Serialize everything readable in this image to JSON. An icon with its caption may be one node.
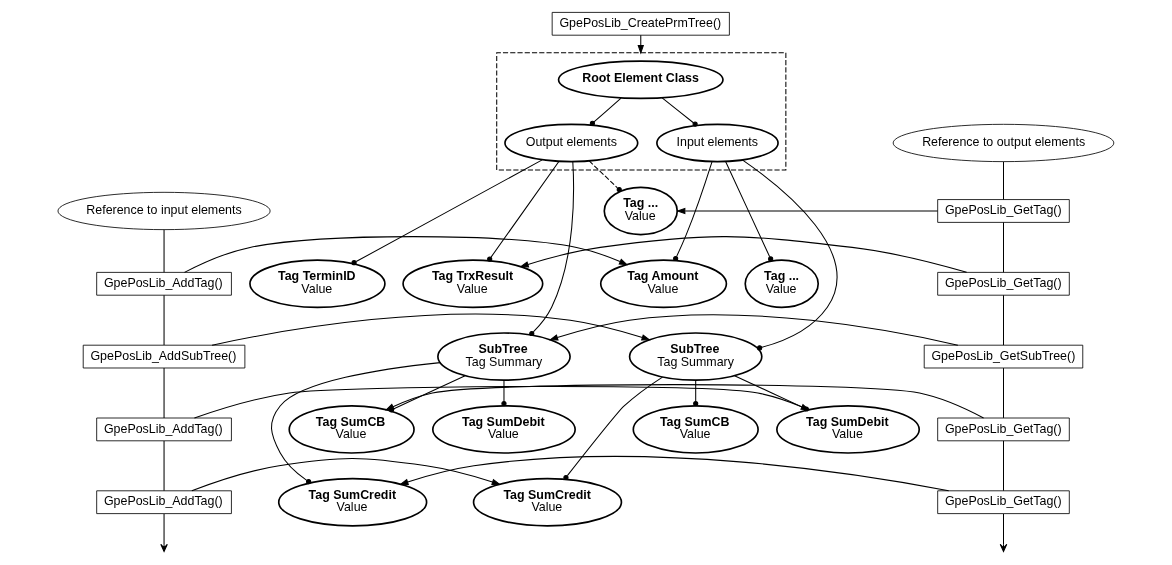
{
  "diagram": {
    "nodes": [
      {
        "text": [],
        "shape": "box"
      },
      {
        "text": [
          "Root Element Class"
        ],
        "in": 0
      },
      {
        "text": [
          "Input elements"
        ],
        "in": 0
      },
      {
        "text": [
          "Output elements"
        ],
        "in": 0
      },
      {
        "text": [
          "GpePosLib_CreatePrmTree()"
        ]
      },
      {
        "text": [
          "Reference to input elements"
        ]
      },
      {
        "text": [
          "Reference to output elements"
        ]
      },
      {
        "text": [
          "Tag ...",
          "Value"
        ]
      },
      {
        "text": [
          "GpePosLib_GetTag()"
        ]
      },
      {
        "text": [
          "GpePosLib_AddTag()"
        ]
      },
      {
        "text": [
          "Tag Amount",
          "Value"
        ]
      },
      {
        "text": [
          "Tag ...",
          "Value"
        ]
      },
      {
        "text": [
          "Tag TerminID",
          "Value"
        ]
      },
      {
        "text": [
          "Tag TrxResult",
          "Value"
        ]
      },
      {
        "text": [
          "GpePosLib_GetTag()"
        ]
      },
      {
        "text": [
          "GpePosLib_AddSubTree()"
        ]
      },
      {
        "text": [
          "SubTree",
          "Tag Summary"
        ]
      },
      {
        "text": [
          "SubTree",
          "Tag Summary"
        ]
      },
      {
        "text": [
          "GpePosLib_GetSubTree()"
        ]
      },
      {
        "text": [
          "GpePosLib_AddTag()"
        ]
      },
      {
        "text": [
          "Tag SumDebit",
          "Value"
        ]
      },
      {
        "text": [
          "Tag SumCB",
          "Value"
        ]
      },
      {
        "text": [
          "Tag SumDebit",
          "Value"
        ]
      },
      {
        "text": [
          "Tag SumCB",
          "Value"
        ]
      },
      {
        "text": [
          "GpePosLib_GetTag()"
        ]
      },
      {
        "text": [
          "GpePosLib_AddTag()"
        ]
      },
      {
        "text": [
          "Tag SumCredit",
          "Value"
        ]
      },
      {
        "text": [
          "Tag SumCredit",
          "Value"
        ]
      },
      {
        "text": [
          "GpePosLib_GetTag()"
        ]
      }
    ],
    "edges": [
      {
        "from": 4,
        "to": 0,
        "arrow": "to"
      },
      {
        "from": 1,
        "to": 2,
        "arrow": "other"
      },
      {
        "from": 1,
        "to": 3,
        "arrow": "other"
      },
      {
        "from": 2,
        "to": 10,
        "arrow": "other"
      },
      {
        "from": 2,
        "to": 11,
        "arrow": "other"
      },
      {
        "from": 2,
        "to": 16,
        "arrow": "other"
      },
      {
        "from": 3,
        "to": 12,
        "arrow": "other"
      },
      {
        "from": 3,
        "to": 13,
        "arrow": "other"
      },
      {
        "from": 3,
        "to": 17,
        "arrow": "other"
      },
      {
        "from": 3,
        "to": 7,
        "arrow": "other",
        "style": "dashed"
      },
      {
        "from": 16,
        "to": 20,
        "arrow": "other"
      },
      {
        "from": 16,
        "to": 26,
        "arrow": "other"
      },
      {
        "from": 16,
        "to": 21,
        "arrow": "other"
      },
      {
        "from": 17,
        "to": 22,
        "arrow": "other"
      },
      {
        "from": 17,
        "to": 27,
        "arrow": "other"
      },
      {
        "from": 17,
        "to": 23,
        "arrow": "other"
      },
      {
        "from": 5,
        "to": 9,
        "arrow": "none"
      },
      {
        "from": 9,
        "to": 15,
        "arrow": "none"
      },
      {
        "from": 15,
        "to": 19,
        "arrow": "none"
      },
      {
        "from": 19,
        "to": 25,
        "arrow": "none"
      },
      {
        "from": 25,
        "to": null,
        "arrow": "to"
      },
      {
        "from": 6,
        "to": 8,
        "arrow": "none"
      },
      {
        "from": 8,
        "to": 14,
        "arrow": "none"
      },
      {
        "from": 14,
        "to": 18,
        "arrow": "none"
      },
      {
        "from": 18,
        "to": 24,
        "arrow": "none"
      },
      {
        "from": 24,
        "to": 28,
        "arrow": "none"
      },
      {
        "from": 28,
        "to": null,
        "arrow": "to"
      },
      {
        "from": 9,
        "to": 10,
        "arrow": "to"
      },
      {
        "from": 15,
        "to": 16,
        "arrow": "to"
      },
      {
        "from": 19,
        "to": 20,
        "arrow": "to"
      },
      {
        "from": 25,
        "to": 26,
        "arrow": "to"
      },
      {
        "from": 8,
        "to": 7,
        "arrow": "to"
      },
      {
        "from": 14,
        "to": 13,
        "arrow": "to"
      },
      {
        "from": 18,
        "to": 17,
        "arrow": "to"
      },
      {
        "from": 24,
        "to": 23,
        "arrow": "to"
      },
      {
        "from": 28,
        "to": 27,
        "arrow": "to"
      }
    ]
  }
}
